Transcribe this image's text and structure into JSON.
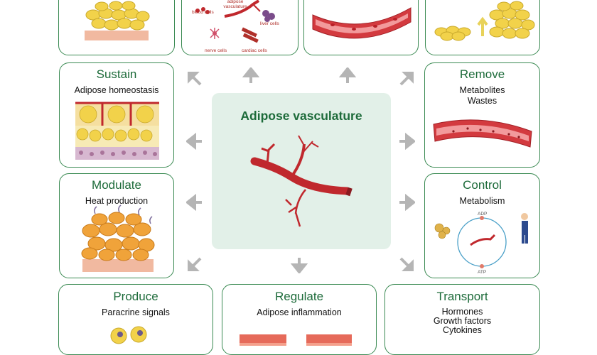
{
  "center": {
    "title": "Adipose  vasculature"
  },
  "panels": {
    "top_center_left": {
      "labels": [
        "blood cells",
        "adipose vasculature",
        "liver cells",
        "nerve cells",
        "cardiac cells"
      ]
    },
    "sustain": {
      "title": "Sustain",
      "subtitle": "Adipose homeostasis"
    },
    "remove": {
      "title": "Remove",
      "lines": [
        "Metabolites",
        "Wastes"
      ]
    },
    "modulate": {
      "title": "Modulate",
      "subtitle": "Heat production"
    },
    "control": {
      "title": "Control",
      "subtitle": "Metabolism",
      "labels": [
        "ADP",
        "ATP"
      ]
    },
    "produce": {
      "title": "Produce",
      "subtitle": "Paracrine signals"
    },
    "regulate": {
      "title": "Regulate",
      "subtitle": "Adipose inflammation"
    },
    "transport": {
      "title": "Transport",
      "lines": [
        "Hormones",
        "Growth factors",
        "Cytokines"
      ]
    }
  },
  "colors": {
    "accent_green": "#1d6b3a",
    "border_green": "#3a8a52",
    "vessel_red": "#c0282d",
    "fat_yellow": "#f2d24a",
    "center_bg": "#e2f0e8",
    "arrow_gray": "#b5b5b5"
  }
}
